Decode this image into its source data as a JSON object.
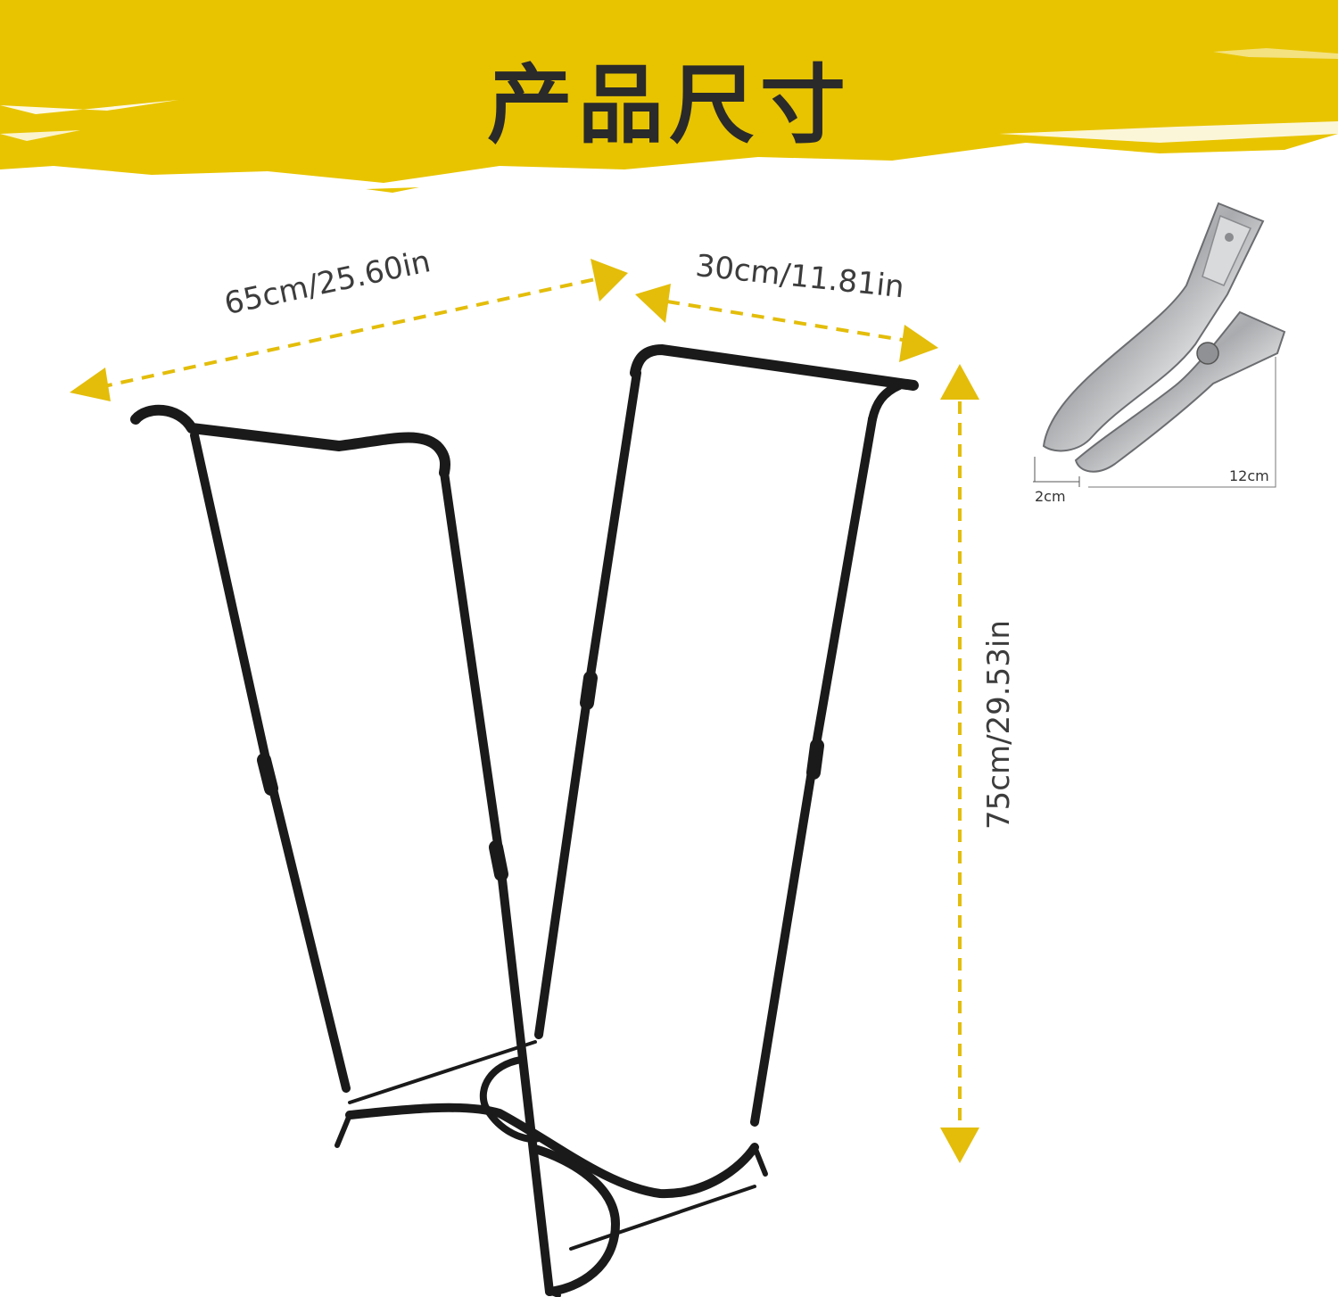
{
  "banner": {
    "title": "产品尺寸",
    "color": "#e8c400"
  },
  "rack": {
    "width_label": "65cm/25.60in",
    "depth_label": "30cm/11.81in",
    "height_label": "75cm/29.53in",
    "arrow_color": "#e3bd0a",
    "frame_color": "#1a1a1a"
  },
  "clip": {
    "length_label": "12cm",
    "width_label": "2cm"
  }
}
